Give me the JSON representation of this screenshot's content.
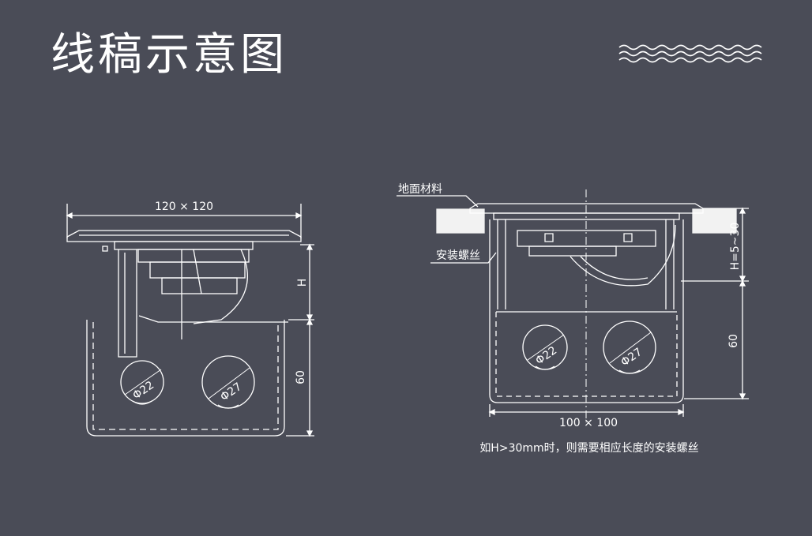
{
  "title": "线稿示意图",
  "left_view": {
    "width_dim": "120 × 120",
    "h_dim": "H",
    "depth_dim": "60",
    "hole_small": "Φ22",
    "hole_large": "Φ27"
  },
  "right_view": {
    "floor_material_label": "地面材料",
    "screw_label": "安装螺丝",
    "h_range_dim": "H=5~30",
    "depth_dim": "60",
    "width_dim": "100 × 100",
    "hole_small": "Φ22",
    "hole_large": "Φ27",
    "note": "如H>30mm时，则需要相应长度的安装螺丝"
  },
  "colors": {
    "background": "#4a4c57",
    "line": "#ffffff",
    "floor_block": "#f2f2f2"
  },
  "icons": {
    "decoration": "wave-lines-icon"
  }
}
